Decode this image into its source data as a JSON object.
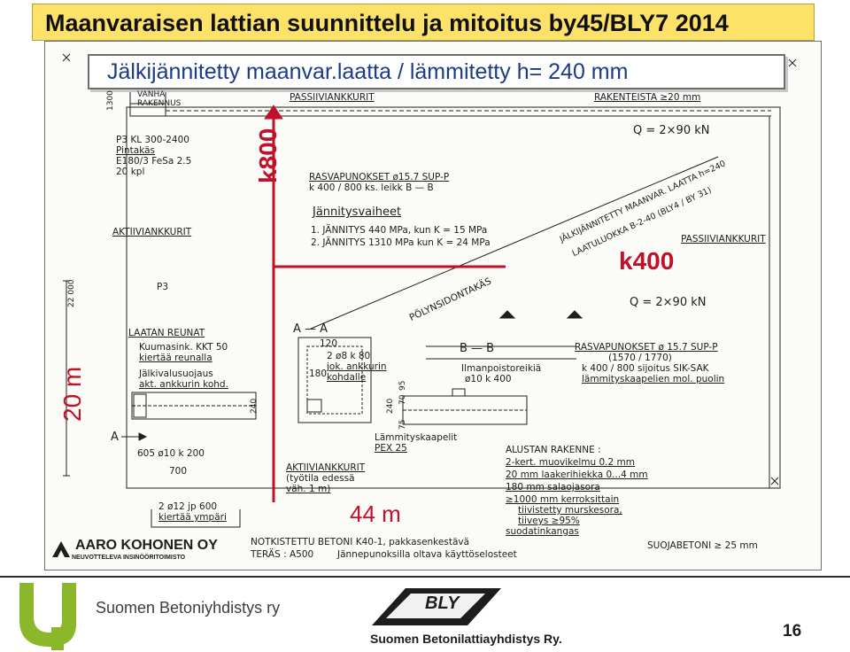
{
  "title": "Maanvaraisen lattian suunnittelu ja mitoitus by45/BLY7 2014",
  "subtitle": "Jälkijännitetty maanvar.laatta / lämmitetty h= 240 mm",
  "annotations": {
    "k800": "k800",
    "k400": "k400",
    "length": "44 m",
    "width": "20 m"
  },
  "drawing_labels": {
    "vanha_rakennus": "VANHA\nRAKENNUS",
    "passiivi_top": "PASSIIVIANKKURIT",
    "rakenteista": "RAKENTEISTA ≥20 mm",
    "q_top": "Q = 2×90 kN",
    "p3_kl": "P3 KL 300-2400",
    "pintakas": "Pintakäs",
    "e180": "E180/3 FeSa 2.5",
    "kpl": "20 kpl",
    "rasvapunokset_top": "RASVAPUNOKSET  ø15.7   SUP-P",
    "k400_800": "k 400 / 800  ks. leikk B — B",
    "jannitysvaiheet": "Jännitysvaiheet",
    "jannitys1": "1. JÄNNITYS     440 MPa, kun  K = 15 MPa",
    "jannitys2": "2. JÄNNITYS   1310 MPa kun  K = 24 MPa",
    "diag_label": "JÄLKIJÄNNITETTY MAANVAR. LAATTA h=240",
    "diag_label2": "LAATULUOKKA   B-2-40 (BLY4 / BY 31)",
    "aktiivi_left": "AKTIIVIANKKURIT",
    "passiivi_right": "PASSIIVIANKKURIT",
    "p3": "P3",
    "polynsidonta": "PÖLYNSIDONTAKÄS",
    "q_mid": "Q = 2×90 kN",
    "laatan_reunat": "LAATAN REUNAT",
    "kuumasink": "Kuumasink. KKT 50",
    "kiertaa": "kiertää reunalla",
    "jalkivalu": "Jälkivalusuojaus",
    "akt_ankkurin": "akt. ankkurin kohd.",
    "a_a": "A — A",
    "dim120": "120",
    "two_d8": "2 ø8 k 80",
    "jok_ankkurin": "jok. ankkurin",
    "kohdalle": "kohdalle",
    "dim180": "180",
    "b_b": "B — B",
    "ilmanpoisto": "Ilmanpoistoreikiä",
    "d10": "ø10  k 400",
    "rasvapunokset_mid": "RASVAPUNOKSET  ø 15.7   SUP-P",
    "dim1570": "(1570 / 1770)",
    "k400_800_mid": "k 400 / 800  sijoitus  SIK-SAK",
    "lammityskaap": "lämmityskaapelien  mol. puolin",
    "lammityskaapelit": "Lämmityskaapelit",
    "pex": "PEX 25",
    "alustan": "ALUSTAN RAKENNE :",
    "layer1": "2-kert. muovikelmu 0.2 mm",
    "layer2": "20 mm laakerihiekka 0...4 mm",
    "layer3": "180 mm salaojasora",
    "layer4": "≥1000 mm kerroksittain",
    "layer5": "tiivistetty murskesora,",
    "layer6": "tiiveys ≥95%",
    "layer7": "suodatinkangas",
    "aktiivi_bottom": "AKTIIVIANKKURIT",
    "tyotila": "(työtila edessä",
    "vah": "väh. 1 m)",
    "a_label": "A",
    "dim605": "605 ø10 k 200",
    "dim700": "700",
    "dim2d12": "2 ø12  jp 600",
    "kiertaa_ympari": "kiertää ympäri",
    "notkistettu": "NOTKISTETTU BETONI  K40-1, pakkasenkestävä",
    "teras": "TERÄS : A500",
    "jannepunoksilla": "Jännepunoksilla oltava käyttöselosteet",
    "suojabetoni": "SUOJABETONI ≥ 25 mm",
    "dim22000": "22 000",
    "dim240_a": "240",
    "dim240_b": "240",
    "dim70": "70",
    "dim75": "75",
    "dim95": "95",
    "dim1300": "1300"
  },
  "company": {
    "name": "AARO KOHONEN OY",
    "tagline": "NEUVOTTELEVA INSINÖÖRITOIMISTO"
  },
  "footer": {
    "org_left": "Suomen Betoniyhdistys ry",
    "bly_badge": "BLY",
    "org_right": "Suomen Betonilattiayhdistys Ry.",
    "page_number": "16"
  },
  "colors": {
    "title_bg": "#fde26a",
    "subtitle_text": "#1b3a8a",
    "annotation_red": "#c0102a",
    "by_logo": "#8bb82a"
  }
}
